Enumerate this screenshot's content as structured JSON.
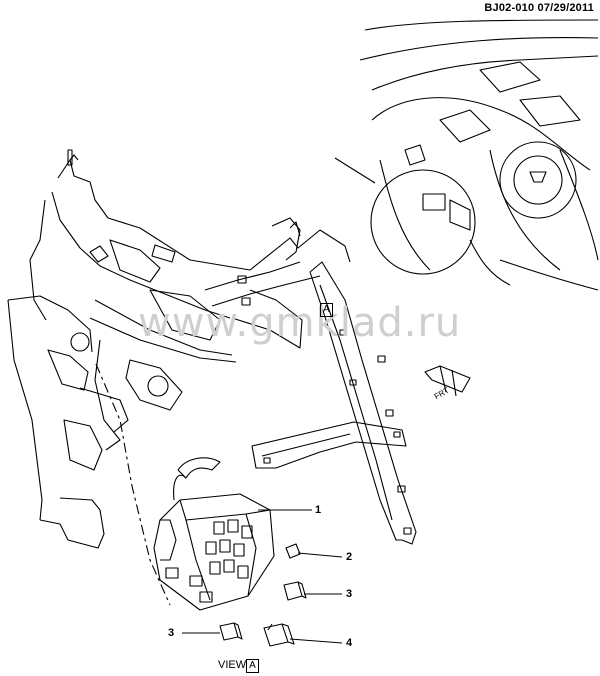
{
  "header": {
    "code": "BJ02-010",
    "date": "07/29/2011"
  },
  "watermark": "www.gmklad.ru",
  "view_marker": "A",
  "view_caption": {
    "word": "VIEW",
    "letter": "A"
  },
  "front_arrow": "FRT",
  "callouts": [
    {
      "number": "1"
    },
    {
      "number": "2"
    },
    {
      "number": "3"
    },
    {
      "number": "3"
    },
    {
      "number": "4"
    }
  ]
}
